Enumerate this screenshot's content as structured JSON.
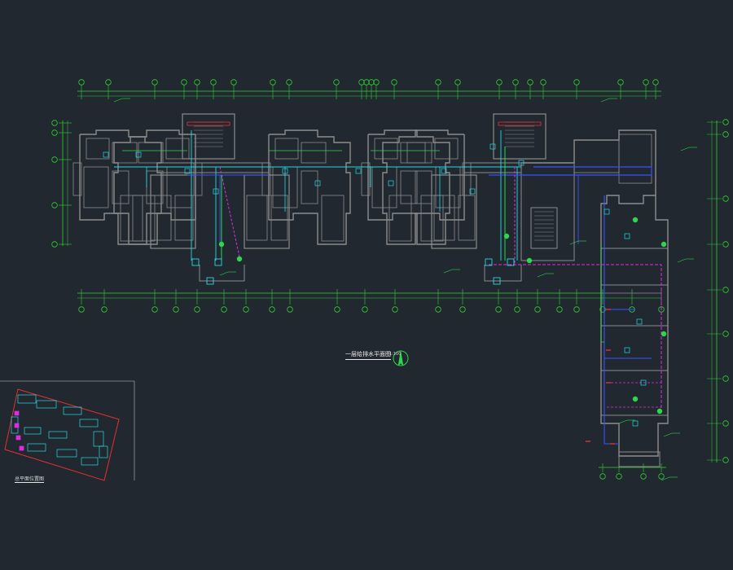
{
  "drawing": {
    "background": "#212830",
    "colors": {
      "wall": "#8c8c8c",
      "dimension": "#2fd22f",
      "pipe_green": "#2cd84a",
      "pipe_cyan": "#27d7e0",
      "pipe_blue": "#3b52ff",
      "pipe_magenta": "#e02ce0",
      "red": "#e33030",
      "text": "#e8e8e8"
    },
    "sheet_title": "一层给排水平面图",
    "title_scale": "1:100",
    "site_plan_title": "总平面位置图",
    "north_arrow": "north-arrow-icon"
  }
}
